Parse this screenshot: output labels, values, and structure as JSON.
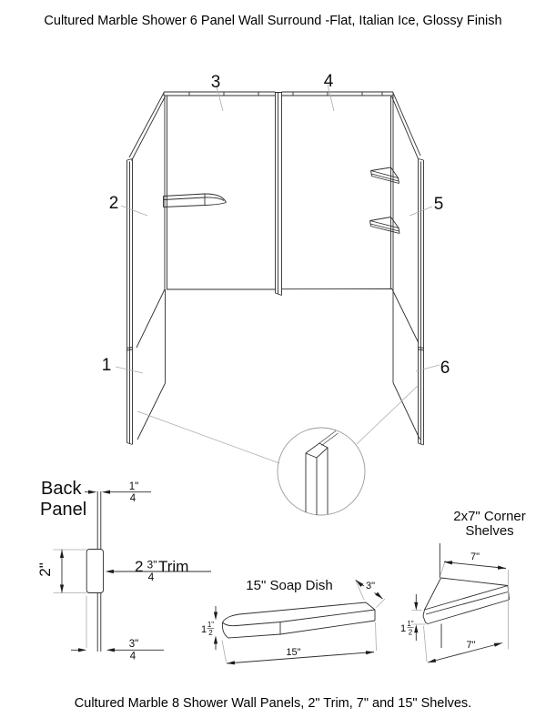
{
  "page": {
    "title": "Cultured Marble Shower 6 Panel Wall Surround -Flat, Italian Ice, Glossy Finish",
    "caption": "Cultured Marble 8 Shower Wall Panels, 2\" Trim, 7\" and 15\" Shelves."
  },
  "assembly": {
    "labels": {
      "p1": "1",
      "p2": "2",
      "p3": "3",
      "p4": "4",
      "p5": "5",
      "p6": "6"
    }
  },
  "back_panel": {
    "name_line1": "Back",
    "name_line2": "Panel",
    "top_dim_num": "1\"",
    "top_dim_den": "4",
    "height_dim": "2\"",
    "trim_whole": "2",
    "trim_num": "3\"",
    "trim_den": "4",
    "trim_suffix": "Trim",
    "bottom_dim_num": "3\"",
    "bottom_dim_den": "4"
  },
  "soap_dish": {
    "title": "15\" Soap Dish",
    "depth_dim": "3\"",
    "height_whole": "1",
    "height_num": "1\"",
    "height_den": "2",
    "length_dim": "15\""
  },
  "corner_shelves": {
    "title_line1": "2x7\" Corner",
    "title_line2": "Shelves",
    "top_dim": "7\"",
    "height_whole": "1",
    "height_num": "1\"",
    "height_den": "2",
    "bottom_dim": "7\""
  }
}
